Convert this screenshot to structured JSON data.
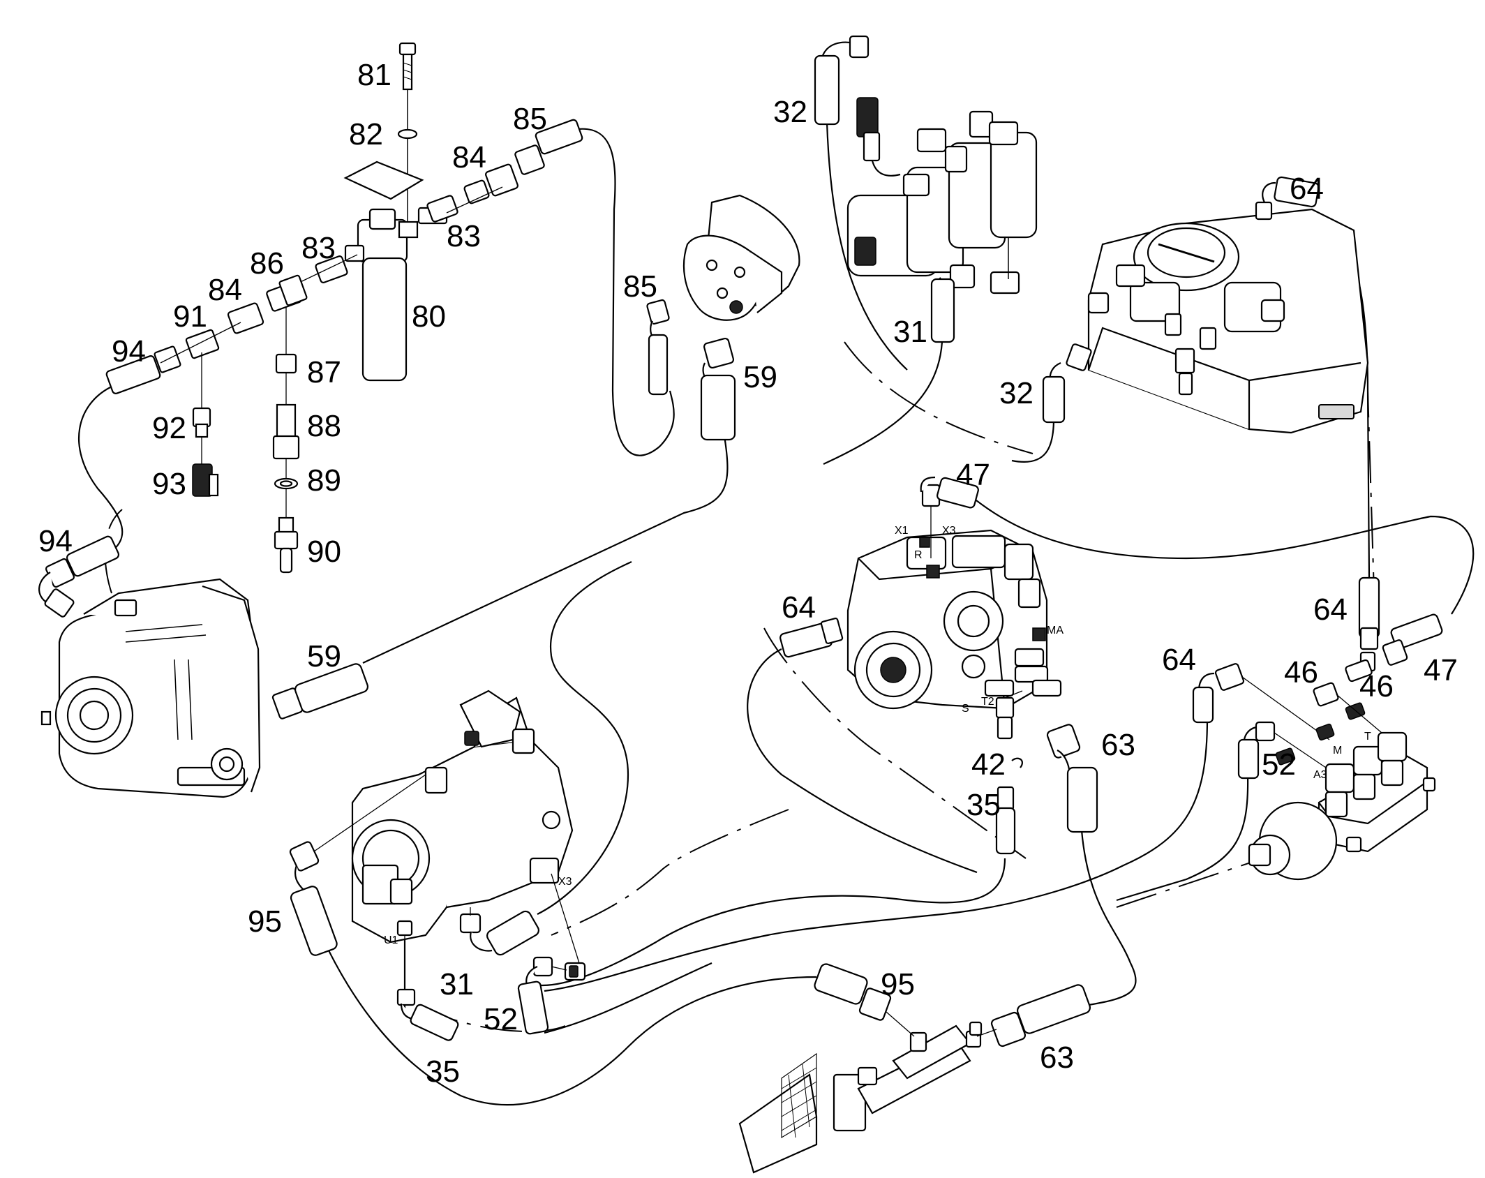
{
  "callouts": {
    "c81": "81",
    "c82": "82",
    "c85a": "85",
    "c84a": "84",
    "c83a": "83",
    "c83b": "83",
    "c86": "86",
    "c84b": "84",
    "c91": "91",
    "c94a": "94",
    "c80": "80",
    "c87": "87",
    "c92": "92",
    "c88": "88",
    "c93": "93",
    "c89": "89",
    "c90": "90",
    "c94b": "94",
    "c85b": "85",
    "c59a": "59",
    "c59b": "59",
    "c32a": "32",
    "c31a": "31",
    "c64a": "64",
    "c32b": "32",
    "c47a": "47",
    "c64b": "64",
    "c64c": "64",
    "c47b": "47",
    "c64d": "64",
    "c46a": "46",
    "c46b": "46",
    "c52a": "52",
    "c63a": "63",
    "c42": "42",
    "c35a": "35",
    "c95a": "95",
    "c31b": "31",
    "c52b": "52",
    "c35b": "35",
    "c95b": "95",
    "c63b": "63"
  },
  "ports": {
    "x1": "X1",
    "x3a": "X3",
    "r": "R",
    "ma": "MA",
    "s": "S",
    "t2": "T2",
    "m": "M",
    "t": "T",
    "a3": "A3",
    "x3b": "X3",
    "u1": "U1"
  }
}
